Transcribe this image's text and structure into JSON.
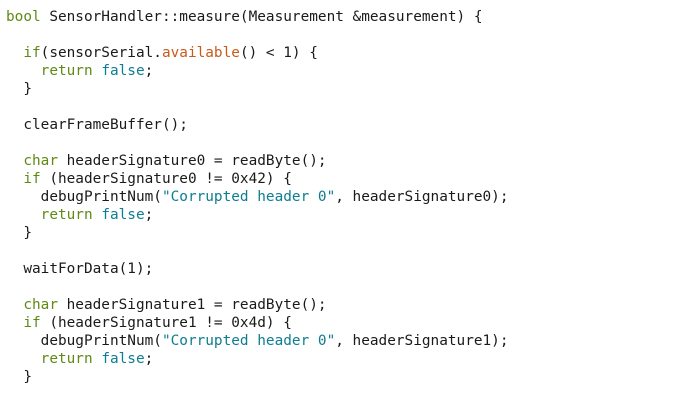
{
  "colors": {
    "background": "#ffffff",
    "text": "#1a1a1a",
    "keyword": "#5e8a13",
    "literal": "#0d7d92",
    "method": "#c95a1a"
  },
  "code": {
    "lines": [
      {
        "tokens": [
          {
            "t": "bool",
            "k": "kw"
          },
          {
            "t": " SensorHandler::measure(Measurement &measurement) {",
            "k": "plain"
          }
        ]
      },
      {
        "tokens": []
      },
      {
        "tokens": [
          {
            "t": "  ",
            "k": "plain"
          },
          {
            "t": "if",
            "k": "kw"
          },
          {
            "t": "(sensorSerial.",
            "k": "plain"
          },
          {
            "t": "available",
            "k": "fn"
          },
          {
            "t": "() < 1) {",
            "k": "plain"
          }
        ]
      },
      {
        "tokens": [
          {
            "t": "    ",
            "k": "plain"
          },
          {
            "t": "return",
            "k": "kw"
          },
          {
            "t": " ",
            "k": "plain"
          },
          {
            "t": "false",
            "k": "lit"
          },
          {
            "t": ";",
            "k": "plain"
          }
        ]
      },
      {
        "tokens": [
          {
            "t": "  }",
            "k": "plain"
          }
        ]
      },
      {
        "tokens": []
      },
      {
        "tokens": [
          {
            "t": "  clearFrameBuffer();",
            "k": "plain"
          }
        ]
      },
      {
        "tokens": []
      },
      {
        "tokens": [
          {
            "t": "  ",
            "k": "plain"
          },
          {
            "t": "char",
            "k": "kw"
          },
          {
            "t": " headerSignature0 = readByte();",
            "k": "plain"
          }
        ]
      },
      {
        "tokens": [
          {
            "t": "  ",
            "k": "plain"
          },
          {
            "t": "if",
            "k": "kw"
          },
          {
            "t": " (headerSignature0 != 0x42) {",
            "k": "plain"
          }
        ]
      },
      {
        "tokens": [
          {
            "t": "    debugPrintNum(",
            "k": "plain"
          },
          {
            "t": "\"Corrupted header 0\"",
            "k": "lit"
          },
          {
            "t": ", headerSignature0);",
            "k": "plain"
          }
        ]
      },
      {
        "tokens": [
          {
            "t": "    ",
            "k": "plain"
          },
          {
            "t": "return",
            "k": "kw"
          },
          {
            "t": " ",
            "k": "plain"
          },
          {
            "t": "false",
            "k": "lit"
          },
          {
            "t": ";",
            "k": "plain"
          }
        ]
      },
      {
        "tokens": [
          {
            "t": "  }",
            "k": "plain"
          }
        ]
      },
      {
        "tokens": []
      },
      {
        "tokens": [
          {
            "t": "  waitForData(1);",
            "k": "plain"
          }
        ]
      },
      {
        "tokens": []
      },
      {
        "tokens": [
          {
            "t": "  ",
            "k": "plain"
          },
          {
            "t": "char",
            "k": "kw"
          },
          {
            "t": " headerSignature1 = readByte();",
            "k": "plain"
          }
        ]
      },
      {
        "tokens": [
          {
            "t": "  ",
            "k": "plain"
          },
          {
            "t": "if",
            "k": "kw"
          },
          {
            "t": " (headerSignature1 != 0x4d) {",
            "k": "plain"
          }
        ]
      },
      {
        "tokens": [
          {
            "t": "    debugPrintNum(",
            "k": "plain"
          },
          {
            "t": "\"Corrupted header 0\"",
            "k": "lit"
          },
          {
            "t": ", headerSignature1);",
            "k": "plain"
          }
        ]
      },
      {
        "tokens": [
          {
            "t": "    ",
            "k": "plain"
          },
          {
            "t": "return",
            "k": "kw"
          },
          {
            "t": " ",
            "k": "plain"
          },
          {
            "t": "false",
            "k": "lit"
          },
          {
            "t": ";",
            "k": "plain"
          }
        ]
      },
      {
        "tokens": [
          {
            "t": "  }",
            "k": "plain"
          }
        ]
      }
    ]
  }
}
